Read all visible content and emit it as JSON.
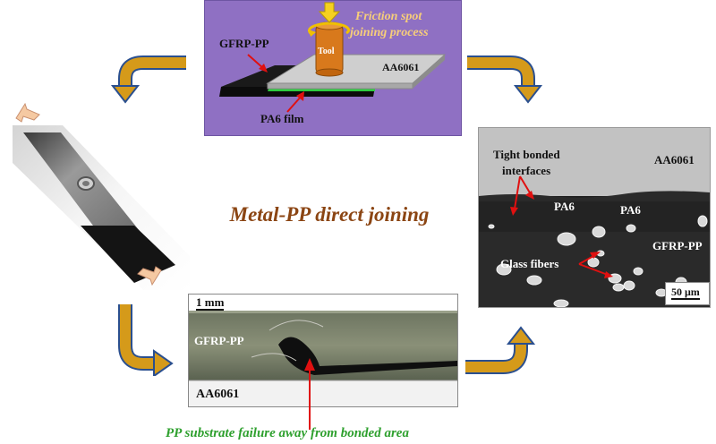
{
  "diagram": {
    "center_title": "Metal-PP direct joining",
    "bottom_caption": "PP substrate failure away from bonded area"
  },
  "process_panel": {
    "title_line1": "Friction spot",
    "title_line2": "joining process",
    "tool_label": "Tool",
    "metal_label": "AA6061",
    "composite_label": "GFRP-PP",
    "film_label": "PA6 film"
  },
  "sem_panel": {
    "interface_label_line1": "Tight bonded",
    "interface_label_line2": "interfaces",
    "metal_label": "AA6061",
    "pa6_left_label": "PA6",
    "pa6_right_label": "PA6",
    "composite_label": "GFRP-PP",
    "fiber_label": "Glass fibers",
    "scale_bar": "50 μm"
  },
  "cross_section_panel": {
    "scale_bar": "1 mm",
    "composite_label": "GFRP-PP",
    "metal_label": "AA6061"
  },
  "colors": {
    "process_bg": "#8f70c3",
    "arrow_fill": "#d59a1a",
    "arrow_outline": "#2a4f8f",
    "title_color": "#8b4513",
    "caption_color": "#2ea02e",
    "pointer_red": "#e01010",
    "film_green": "#2ecc40"
  }
}
